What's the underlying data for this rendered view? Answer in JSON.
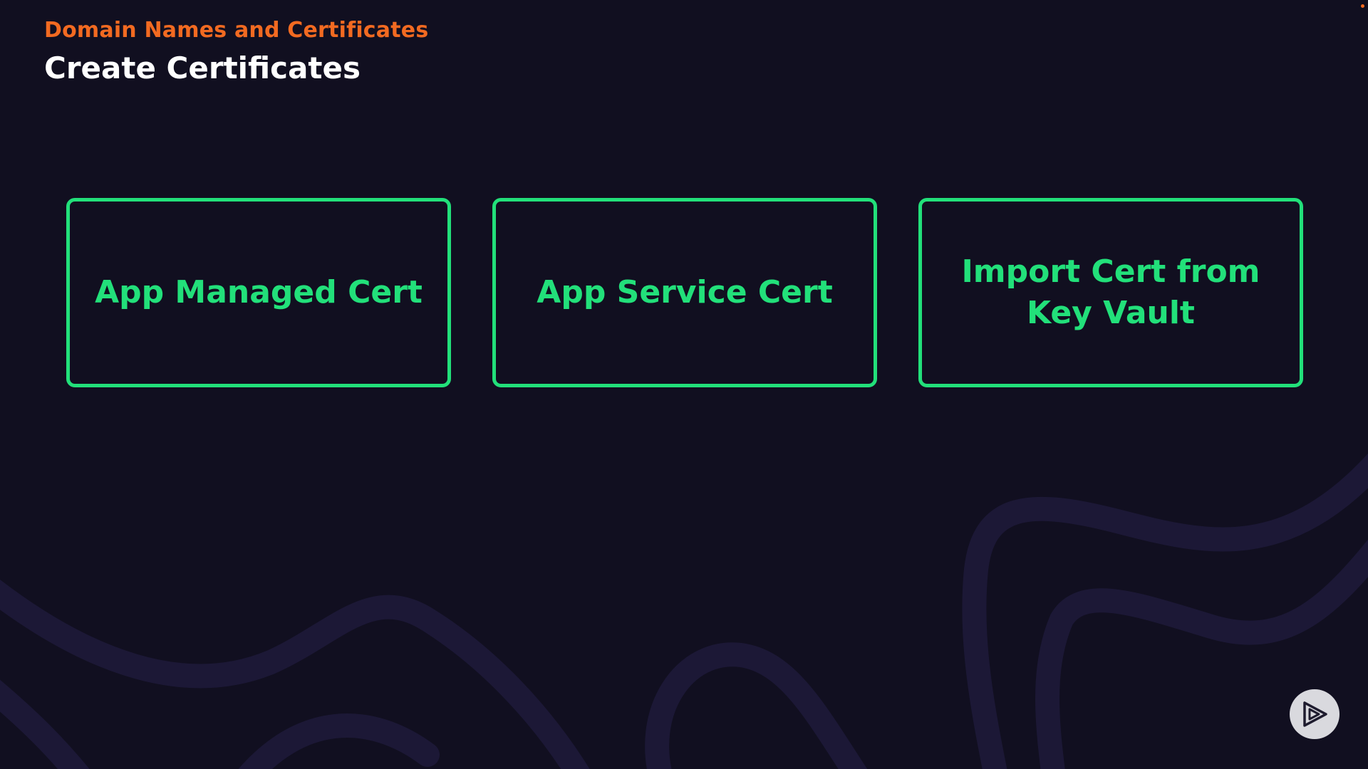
{
  "header": {
    "section_title": "Domain Names and Certificates",
    "slide_title": "Create Certificates"
  },
  "cards": [
    {
      "label": "App Managed Cert"
    },
    {
      "label": "App Service Cert"
    },
    {
      "label": "Import Cert from Key Vault"
    }
  ],
  "controls": {
    "play_icon": "play-icon"
  },
  "colors": {
    "background": "#110f20",
    "accent_orange": "#f26a21",
    "accent_green": "#22e07a",
    "wave": "#1c1836"
  }
}
